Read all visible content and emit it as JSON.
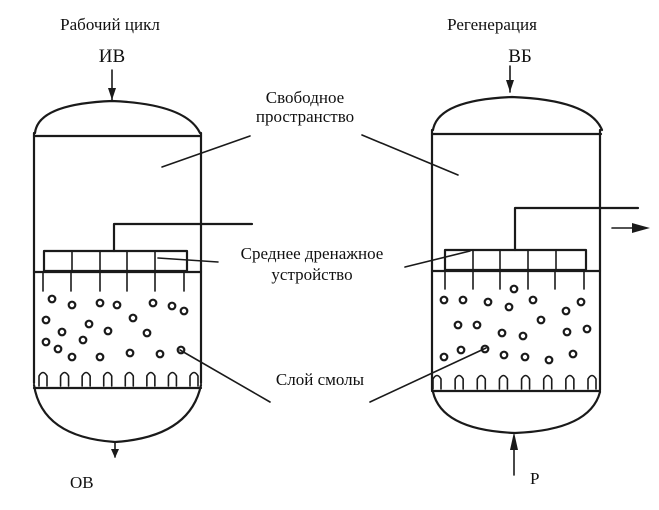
{
  "title_left": "Рабочий цикл",
  "title_right": "Регенерация",
  "streams": {
    "left_inlet": "ИВ",
    "left_outlet": "ОВ",
    "right_inlet": "ВБ",
    "right_outlet": "Р"
  },
  "callouts": {
    "free_space_line1": "Свободное",
    "free_space_line2": "пространство",
    "drain_line1": "Среднее дренажное",
    "drain_line2": "устройство",
    "resin_layer": "Слой смолы"
  },
  "colors": {
    "ink": "#1a1a1a",
    "background": "#ffffff"
  }
}
